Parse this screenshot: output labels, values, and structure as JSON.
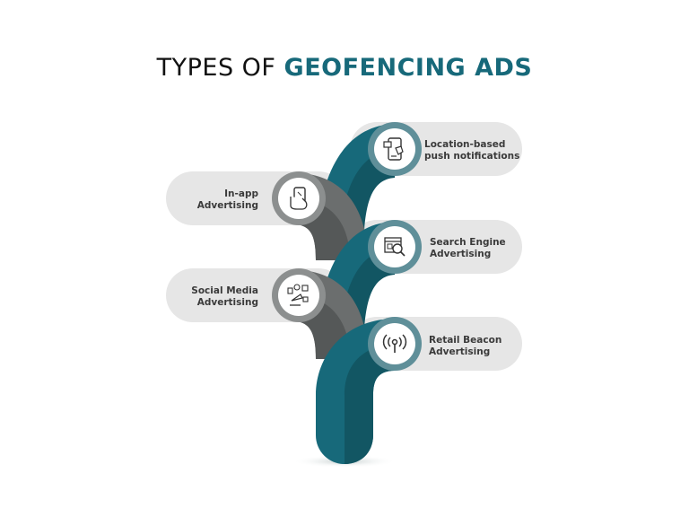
{
  "title": {
    "part1": "TYPES OF ",
    "part2": "GEOFENCING ADS"
  },
  "colors": {
    "teal": "#17697a",
    "dark_teal": "#125663",
    "gray": "#6b6e6e",
    "dark_gray": "#555858",
    "pill": "#e6e6e6",
    "ring_teal": "#5f8f99",
    "ring_gray": "#8c8f8f"
  },
  "items": [
    {
      "line1": "Location-based",
      "line2": "push notifications",
      "icon": "smartphone-bell-icon",
      "side": "right"
    },
    {
      "line1": "In-app",
      "line2": "Advertising",
      "icon": "hand-phone-icon",
      "side": "left"
    },
    {
      "line1": "Search Engine",
      "line2": "Advertising",
      "icon": "browser-magnifier-icon",
      "side": "right"
    },
    {
      "line1": "Social Media",
      "line2": "Advertising",
      "icon": "megaphone-social-icon",
      "side": "left"
    },
    {
      "line1": "Retail Beacon",
      "line2": "Advertising",
      "icon": "beacon-signal-icon",
      "side": "right"
    }
  ]
}
